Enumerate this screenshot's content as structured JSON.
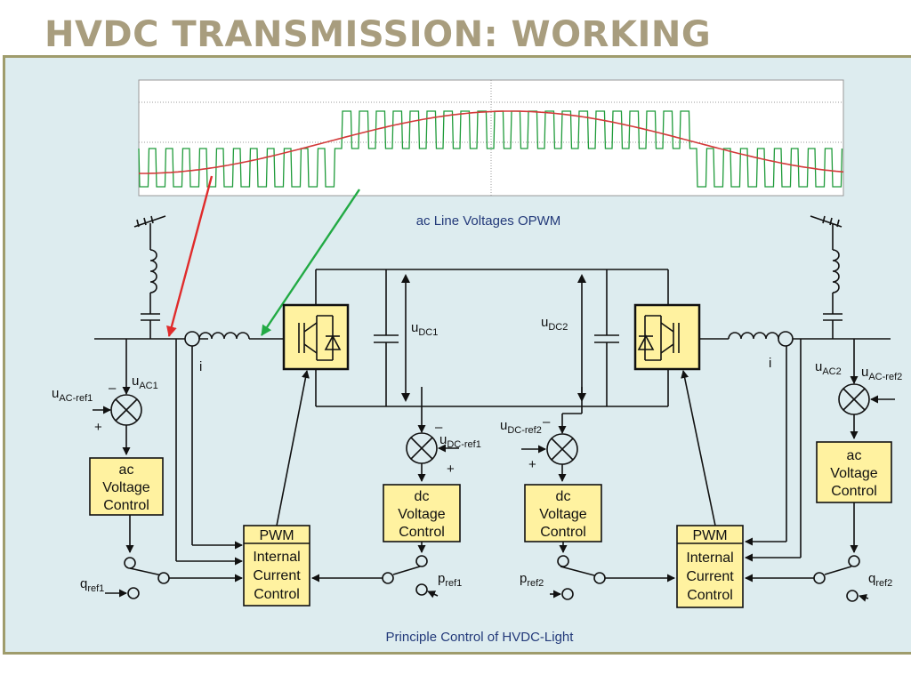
{
  "slide": {
    "title": "HVDC TRANSMISSION: WORKING"
  },
  "captions": {
    "waveform": "ac Line Voltages OPWM",
    "bottom": "Principle Control of HVDC-Light"
  },
  "blocks": {
    "ac_left": [
      "ac",
      "Voltage",
      "Control"
    ],
    "ac_right": [
      "ac",
      "Voltage",
      "Control"
    ],
    "dc_left": [
      "dc",
      "Voltage",
      "Control"
    ],
    "dc_right": [
      "dc",
      "Voltage",
      "Control"
    ],
    "pwm_left": {
      "header": "PWM",
      "lines": [
        "Internal",
        "Current",
        "Control"
      ]
    },
    "pwm_right": {
      "header": "PWM",
      "lines": [
        "Internal",
        "Current",
        "Control"
      ]
    }
  },
  "labels": {
    "u_ac1": {
      "main": "u",
      "sub": "AC1"
    },
    "u_ac_ref1": {
      "main": "u",
      "sub": "AC-ref1"
    },
    "u_ac2": {
      "main": "u",
      "sub": "AC2"
    },
    "u_ac_ref2": {
      "main": "u",
      "sub": "AC-ref2"
    },
    "u_dc1": {
      "main": "u",
      "sub": "DC1"
    },
    "u_dc2": {
      "main": "u",
      "sub": "DC2"
    },
    "u_dc_ref1": {
      "main": "u",
      "sub": "DC-ref1"
    },
    "u_dc_ref2": {
      "main": "u",
      "sub": "DC-ref2"
    },
    "q_ref1": {
      "main": "q",
      "sub": "ref1"
    },
    "q_ref2": {
      "main": "q",
      "sub": "ref2"
    },
    "p_ref1": {
      "main": "p",
      "sub": "ref1"
    },
    "p_ref2": {
      "main": "p",
      "sub": "ref2"
    },
    "current": "i",
    "plus": "+",
    "minus": "–"
  },
  "colors": {
    "title": "#a89d7e",
    "frame_bg": "#ddecef",
    "frame_border": "#9f9c6c",
    "block_fill": "#fff2a0",
    "waveform_green": "#1f9b3a",
    "waveform_red": "#d33a3a",
    "arrow_red": "#e02b2b",
    "arrow_green": "#22aa44",
    "caption": "#233a7a"
  }
}
